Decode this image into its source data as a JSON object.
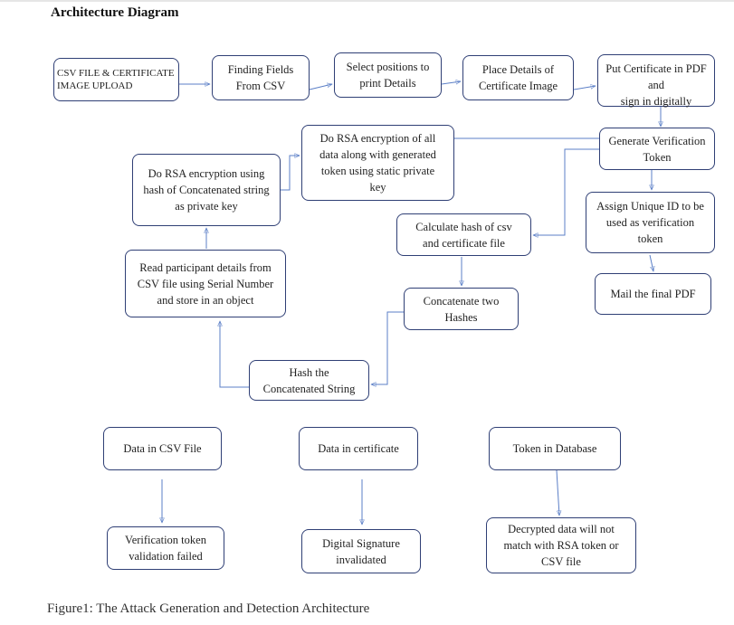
{
  "title": "Architecture Diagram",
  "caption": "Figure1: The Attack Generation and Detection Architecture",
  "nodes": {
    "csv_upload": "CSV FILE & CERTIFICATE\nIMAGE UPLOAD",
    "finding_fields": "Finding Fields\nFrom CSV",
    "select_positions": "Select positions to\nprint Details",
    "place_details": "Place Details of\nCertificate Image",
    "put_certificate": "Put Certificate in PDF and\nsign in digitally",
    "generate_token": "Generate Verification\nToken",
    "assign_id": "Assign Unique ID to be\nused as verification\ntoken",
    "mail_pdf": "Mail the final PDF",
    "rsa_all_data": "Do RSA encryption of all\ndata along with generated\ntoken using static private\nkey",
    "rsa_hash": "Do RSA encryption using\nhash of Concatenated string\nas private key",
    "calc_hash": "Calculate hash of csv\nand certificate file",
    "read_participant": "Read participant details from\nCSV file using Serial Number\nand store in an object",
    "concat_hashes": "Concatenate two\nHashes",
    "hash_concat": "Hash the\nConcatenated String",
    "data_csv": "Data in CSV File",
    "data_cert": "Data in certificate",
    "token_db": "Token in Database",
    "token_failed": "Verification token\nvalidation failed",
    "sig_invalid": "Digital Signature\ninvalidated",
    "decrypt_mismatch": "Decrypted data will not\nmatch with RSA token or\nCSV file"
  },
  "colors": {
    "border": "#2f3f75",
    "arrow": "#5b7fc7"
  }
}
